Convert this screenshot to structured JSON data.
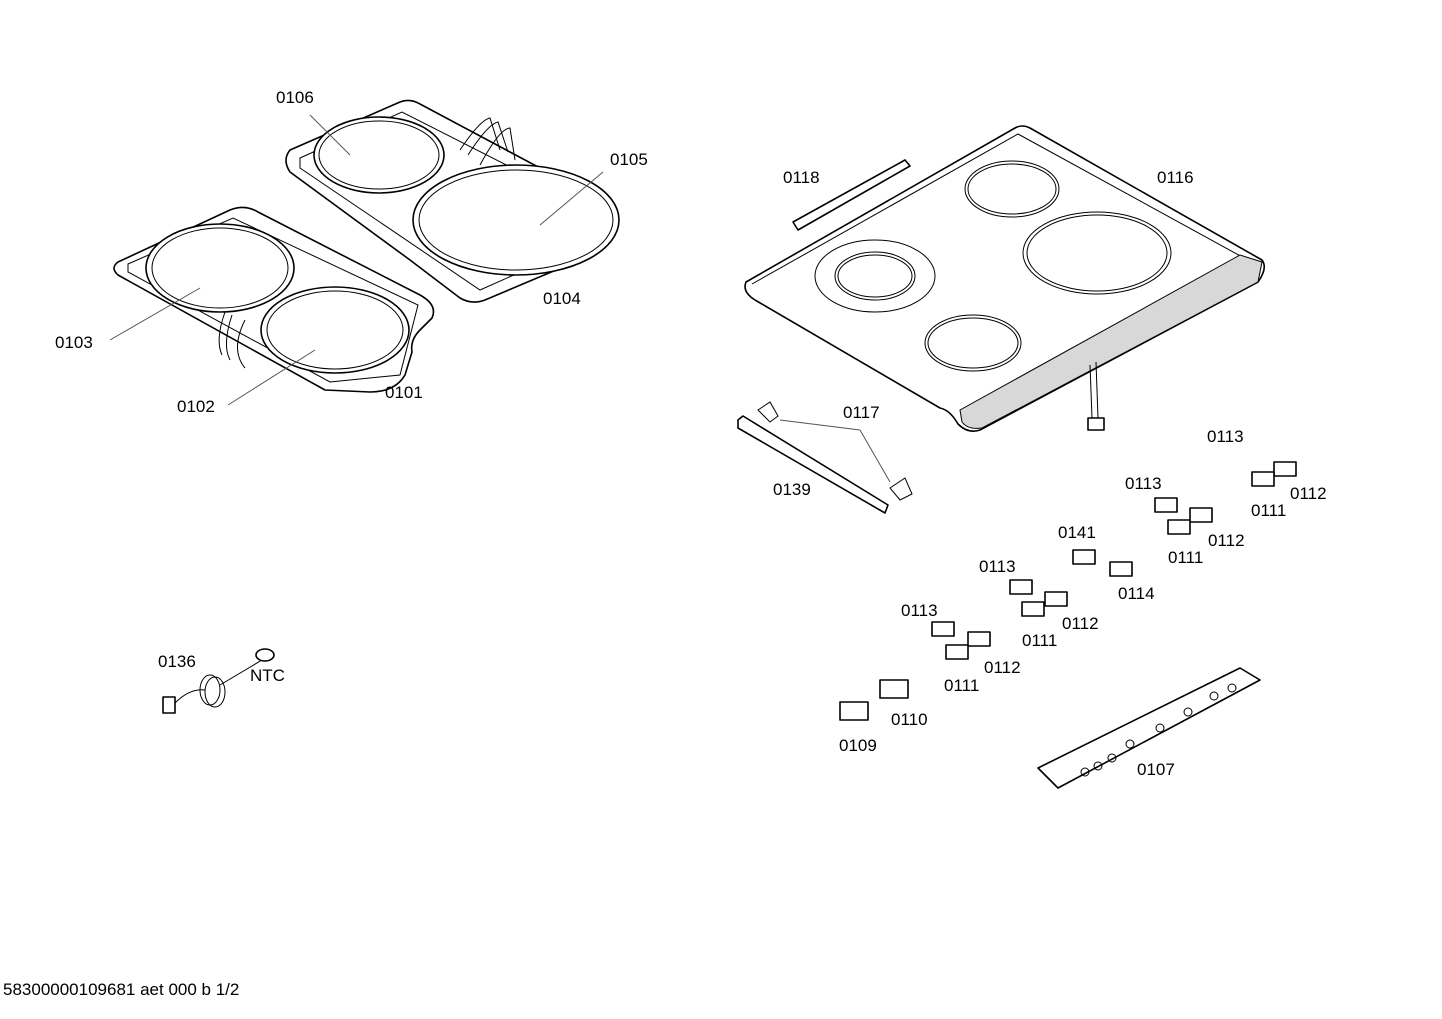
{
  "labels": {
    "p0106": "0106",
    "p0105": "0105",
    "p0104": "0104",
    "p0103": "0103",
    "p0102": "0102",
    "p0101": "0101",
    "p0118": "0118",
    "p0116": "0116",
    "p0117": "0117",
    "p0139": "0139",
    "p0113a": "0113",
    "p0112a": "0112",
    "p0111a": "0111",
    "p0113b": "0113",
    "p0112b": "0112",
    "p0111b": "0111",
    "p0141": "0141",
    "p0114": "0114",
    "p0113c": "0113",
    "p0112c": "0112",
    "p0111c": "0111",
    "p0113d": "0113",
    "p0112d": "0112",
    "p0111d": "0111",
    "p0110": "0110",
    "p0109": "0109",
    "p0107": "0107",
    "p0136": "0136",
    "ntc": "NTC"
  },
  "footer": "58300000109681 aet 000 b 1/2"
}
